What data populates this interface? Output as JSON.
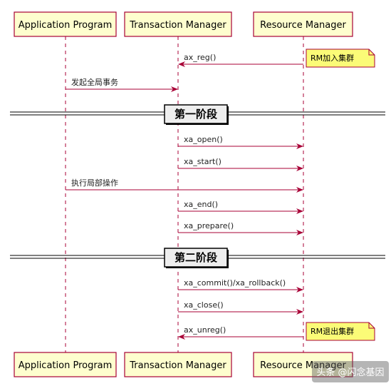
{
  "colors": {
    "participant_fill": "#FEFECE",
    "participant_stroke": "#A80036",
    "lifeline": "#A80036",
    "arrow": "#A80036",
    "note_fill": "#FBFB77",
    "note_stroke": "#A80036",
    "divider_fill": "#EEEEEE"
  },
  "participants": [
    {
      "id": "ap",
      "label": "Application Program"
    },
    {
      "id": "tm",
      "label": "Transaction Manager"
    },
    {
      "id": "rm",
      "label": "Resource Manager"
    }
  ],
  "messages": [
    {
      "from": "rm",
      "to": "tm",
      "label": "ax_reg()"
    },
    {
      "from": "ap",
      "to": "tm",
      "label": "发起全局事务"
    },
    {
      "from": "tm",
      "to": "rm",
      "label": "xa_open()"
    },
    {
      "from": "tm",
      "to": "rm",
      "label": "xa_start()"
    },
    {
      "from": "ap",
      "to": "rm",
      "label": "执行局部操作"
    },
    {
      "from": "tm",
      "to": "rm",
      "label": "xa_end()"
    },
    {
      "from": "tm",
      "to": "rm",
      "label": "xa_prepare()"
    },
    {
      "from": "tm",
      "to": "rm",
      "label": "xa_commit()/xa_rollback()"
    },
    {
      "from": "tm",
      "to": "rm",
      "label": "xa_close()"
    },
    {
      "from": "rm",
      "to": "tm",
      "label": "ax_unreg()"
    }
  ],
  "dividers": [
    {
      "label": "第一阶段"
    },
    {
      "label": "第二阶段"
    }
  ],
  "notes": [
    {
      "text": "RM加入集群"
    },
    {
      "text": "RM退出集群"
    }
  ],
  "watermark": {
    "text": "头条 @闪念基因"
  }
}
